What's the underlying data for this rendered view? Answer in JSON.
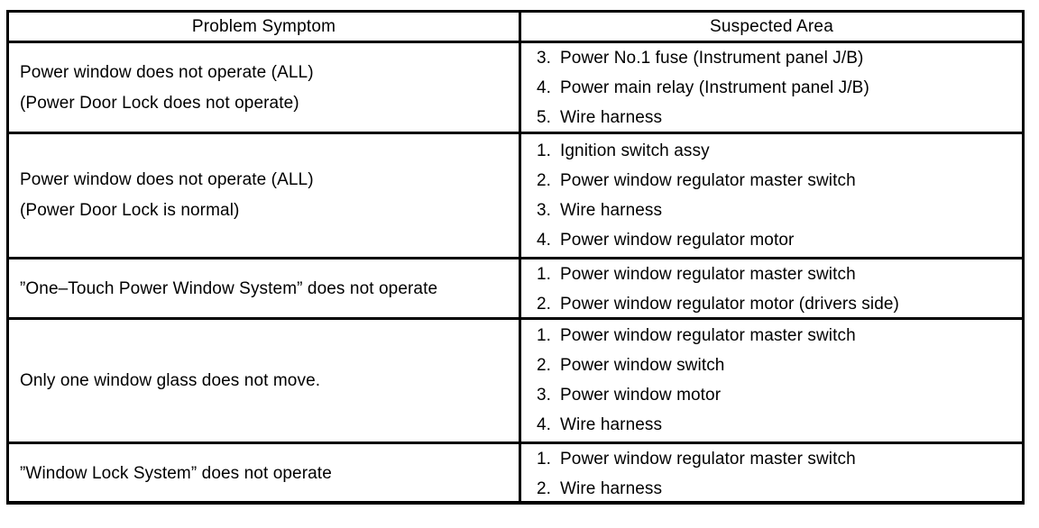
{
  "table": {
    "headers": {
      "problem": "Problem Symptom",
      "suspected": "Suspected Area"
    },
    "rows": [
      {
        "symptom_lines": [
          "Power window does not operate (ALL)",
          "(Power Door Lock does not operate)"
        ],
        "suspected": [
          {
            "num": "3.",
            "text": "Power No.1 fuse (Instrument panel J/B)"
          },
          {
            "num": "4.",
            "text": "Power main relay (Instrument panel J/B)"
          },
          {
            "num": "5.",
            "text": "Wire harness"
          }
        ]
      },
      {
        "symptom_lines": [
          "Power window does not operate (ALL)",
          "(Power Door Lock is normal)"
        ],
        "suspected": [
          {
            "num": "1.",
            "text": "Ignition switch assy"
          },
          {
            "num": "2.",
            "text": "Power window regulator master switch"
          },
          {
            "num": "3.",
            "text": "Wire harness"
          },
          {
            "num": "4.",
            "text": "Power window regulator motor"
          }
        ]
      },
      {
        "symptom_lines": [
          "”One–Touch Power Window System” does not operate"
        ],
        "suspected": [
          {
            "num": "1.",
            "text": "Power window regulator master switch"
          },
          {
            "num": "2.",
            "text": "Power window regulator motor (drivers side)"
          }
        ]
      },
      {
        "symptom_lines": [
          "Only one window glass does not move."
        ],
        "suspected": [
          {
            "num": "1.",
            "text": "Power window regulator master switch"
          },
          {
            "num": "2.",
            "text": "Power window switch"
          },
          {
            "num": "3.",
            "text": "Power window motor"
          },
          {
            "num": "4.",
            "text": "Wire harness"
          }
        ]
      },
      {
        "symptom_lines": [
          "”Window Lock System” does not operate"
        ],
        "suspected": [
          {
            "num": "1.",
            "text": "Power window regulator master switch"
          },
          {
            "num": "2.",
            "text": "Wire harness"
          }
        ]
      }
    ]
  }
}
